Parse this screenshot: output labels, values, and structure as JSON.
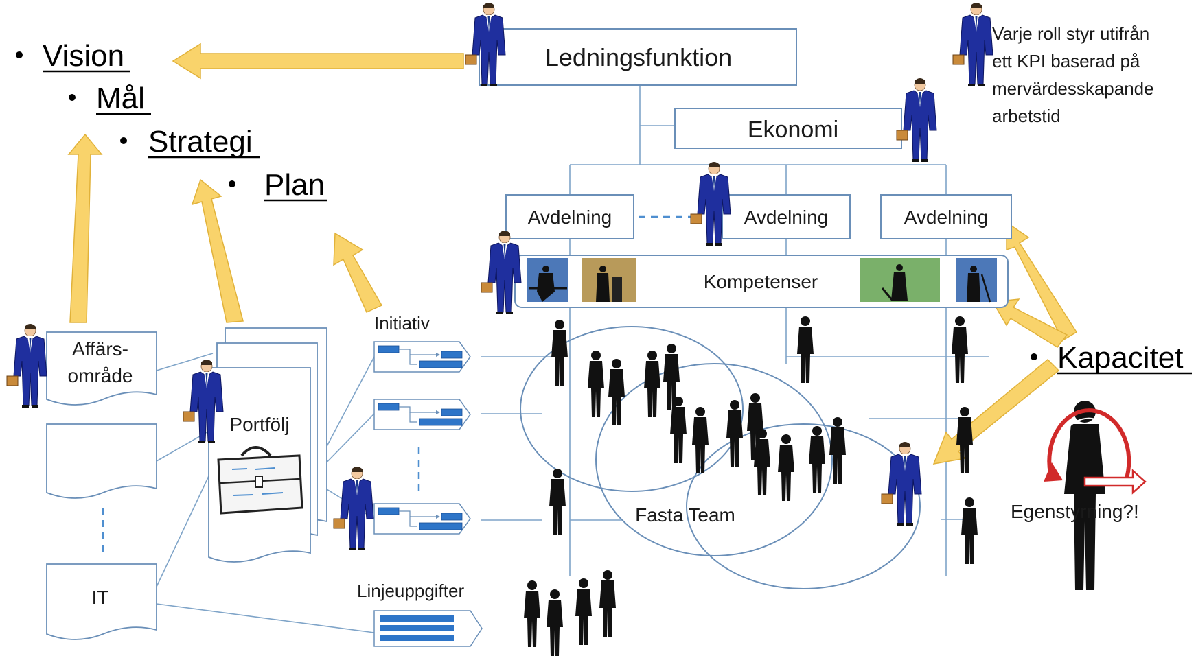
{
  "hierarchy": {
    "vision": "Vision",
    "mal": "Mål",
    "strategi": "Strategi",
    "plan": "Plan"
  },
  "org": {
    "ledning": "Ledningsfunktion",
    "ekonomi": "Ekonomi",
    "avdelning_1": "Avdelning",
    "avdelning_2": "Avdelning",
    "avdelning_3": "Avdelning",
    "kompetenser": "Kompetenser"
  },
  "note": {
    "line_1": "Varje roll styr utifrån",
    "line_2": "ett KPI baserad på",
    "line_3": "mervärdesskapande",
    "line_4": "arbetstid"
  },
  "left_docs": {
    "affars_1": "Affärs-",
    "affars_2": "område",
    "it": "IT"
  },
  "portfolj": "Portfölj",
  "initiativ": "Initiativ",
  "linjeuppgifter": "Linjeuppgifter",
  "fasta_team": "Fasta Team",
  "kapacitet": "Kapacitet",
  "egenstyrning": "Egenstyrning?!",
  "colors": {
    "arrow_fill": "#f9d36b",
    "arrow_stroke": "#e1b23a",
    "line_blue": "#7fa4c8",
    "box_border": "#6a8fb8",
    "suit": "#1f2f9e",
    "silhouette": "#111111",
    "red_loop": "#d12a2a"
  }
}
